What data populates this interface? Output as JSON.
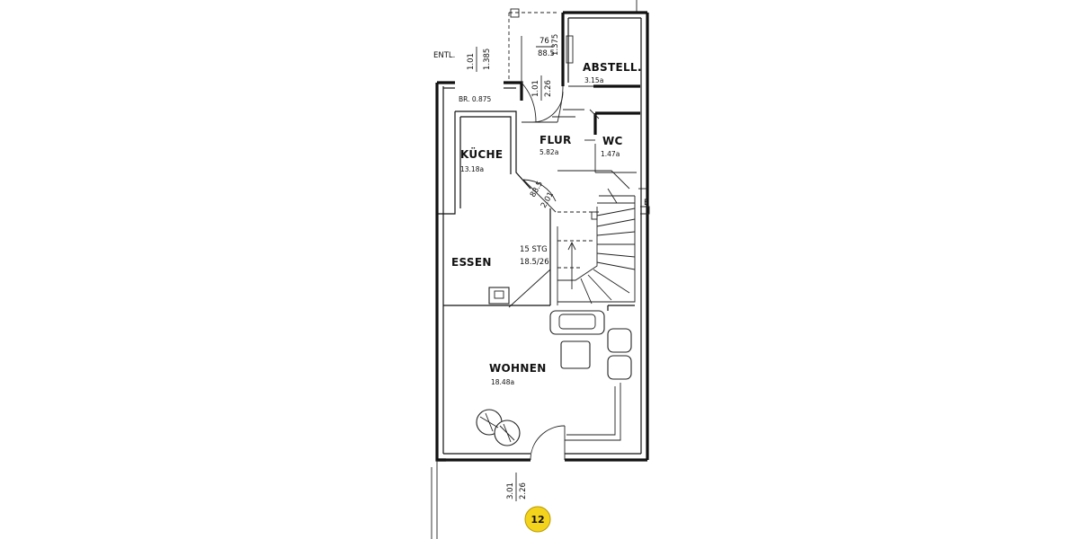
{
  "rooms": {
    "abstell": {
      "name": "ABSTELL.",
      "area": "3.15a"
    },
    "flur": {
      "name": "FLUR",
      "area": "5.82a"
    },
    "wc": {
      "name": "WC",
      "area": "1.47a"
    },
    "kueche": {
      "name": "KÜCHE",
      "area": "13.18a"
    },
    "essen": {
      "name": "ESSEN"
    },
    "wohnen": {
      "name": "WOHNEN",
      "area": "18.48a"
    }
  },
  "dimensions": {
    "entl_label": "ENTL.",
    "entl_window": [
      "1.01",
      "1.385"
    ],
    "top_window": [
      "76",
      "88.5"
    ],
    "abstell_side": "1.375",
    "flur_door": [
      "1.01",
      "2.26"
    ],
    "kitchen_window": "BR. 0.875",
    "kitchen_door": [
      "88.5",
      "2.01"
    ],
    "terrace_door": [
      "3.01",
      "2.26"
    ]
  },
  "stairs": {
    "label_line1": "15 STG",
    "label_line2": "18.5/26"
  },
  "edge_marker": "E",
  "badge": {
    "number": "12",
    "color": "#f4d31c"
  }
}
